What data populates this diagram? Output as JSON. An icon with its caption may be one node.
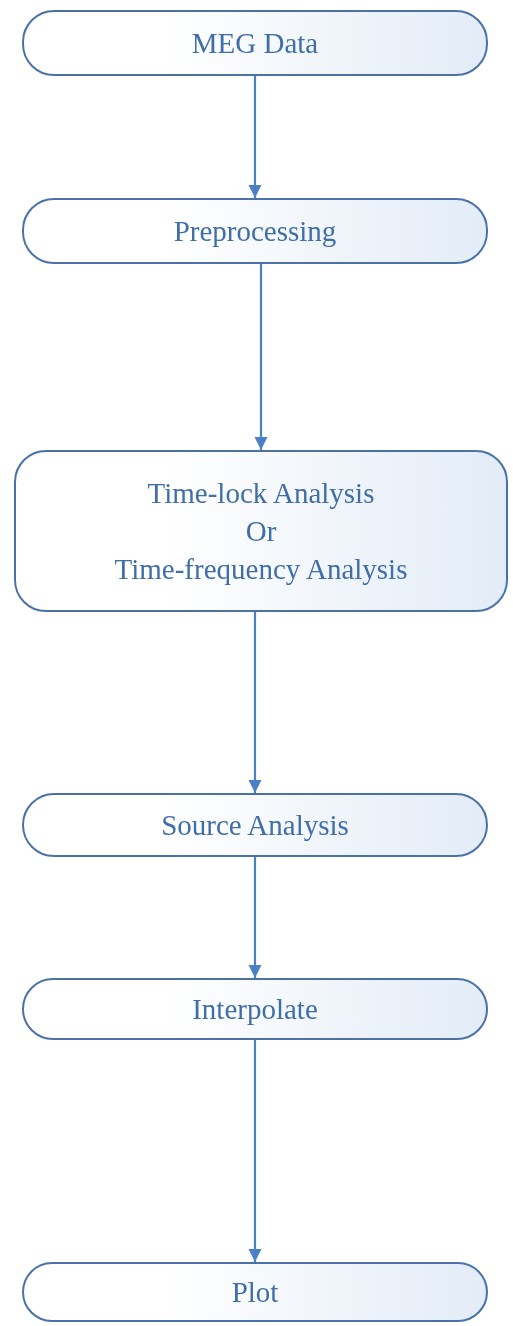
{
  "diagram": {
    "nodes": [
      {
        "text": [
          "MEG Data"
        ]
      },
      {
        "text": [
          "Preprocessing"
        ]
      },
      {
        "text": [
          "Time-lock Analysis",
          "Or",
          "Time-frequency Analysis"
        ]
      },
      {
        "text": [
          "Source Analysis"
        ]
      },
      {
        "text": [
          "Interpolate"
        ]
      },
      {
        "text": [
          "Plot"
        ]
      }
    ],
    "edges": [
      {
        "from": 0,
        "to": 1,
        "arrow": "to"
      },
      {
        "from": 1,
        "to": 2,
        "arrow": "to"
      },
      {
        "from": 2,
        "to": 3,
        "arrow": "to"
      },
      {
        "from": 3,
        "to": 4,
        "arrow": "to"
      },
      {
        "from": 4,
        "to": 5,
        "arrow": "to"
      }
    ]
  }
}
